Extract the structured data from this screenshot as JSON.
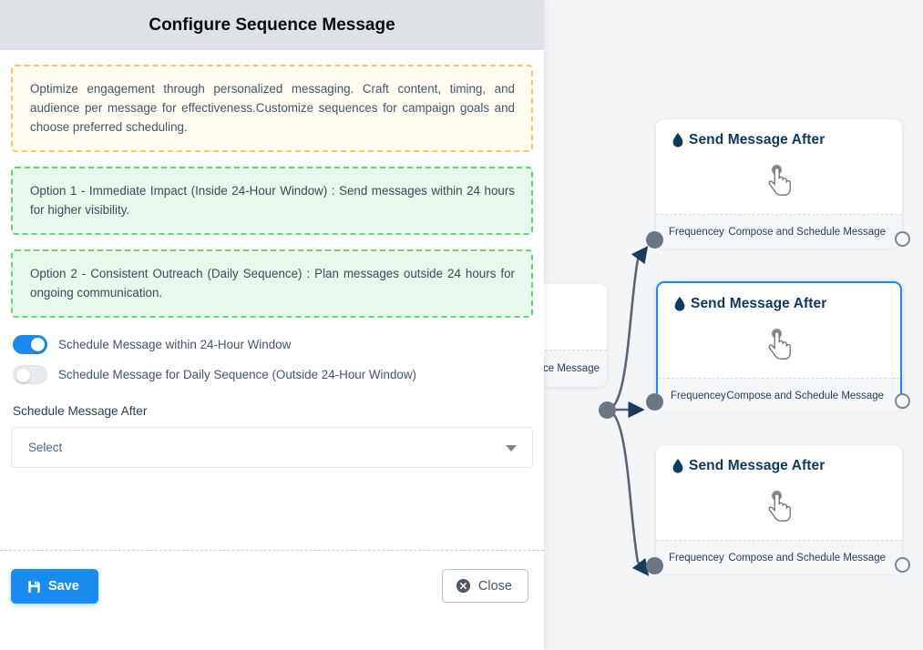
{
  "panel": {
    "title": "Configure Sequence Message",
    "info_boxes": [
      {
        "kind": "warning",
        "text": "Optimize engagement through personalized messaging. Craft content, timing, and audience per message for effectiveness.Customize sequences for campaign goals and choose preferred scheduling."
      },
      {
        "kind": "success",
        "text": "Option 1 - Immediate Impact (Inside 24-Hour Window) : Send messages within 24 hours for higher visibility."
      },
      {
        "kind": "success",
        "text": "Option 2 - Consistent Outreach (Daily Sequence) : Plan messages outside 24 hours for ongoing communication."
      }
    ],
    "toggles": [
      {
        "label": "Schedule Message within 24-Hour Window",
        "state": "on"
      },
      {
        "label": "Schedule Message for Daily Sequence (Outside 24-Hour Window)",
        "state": "off"
      }
    ],
    "schedule_field": {
      "label": "Schedule Message After",
      "value": "Select",
      "placeholder": "Select"
    },
    "footer": {
      "save_label": "Save",
      "save_icon": "save-disk-icon",
      "close_label": "Close",
      "close_icon": "circle-x-icon"
    }
  },
  "canvas": {
    "source_node": {
      "footer_right": "ce Message"
    },
    "nodes": [
      {
        "title": "Send Message After",
        "icon": "water-drop-icon",
        "body_icon": "pointing-hand-cursor-icon",
        "footer_left": "Frequencey",
        "footer_right": "Compose and Schedule Message",
        "selected": false
      },
      {
        "title": "Send Message After",
        "icon": "water-drop-icon",
        "body_icon": "pointing-hand-cursor-icon",
        "footer_left": "Frequencey",
        "footer_right": "Compose and Schedule Message",
        "selected": true
      },
      {
        "title": "Send Message After",
        "icon": "water-drop-icon",
        "body_icon": "pointing-hand-cursor-icon",
        "footer_left": "Frequencey",
        "footer_right": "Compose and Schedule Message",
        "selected": false
      }
    ]
  },
  "colors": {
    "accent_blue": "#1a8cf0",
    "header_gray": "#dee2e6",
    "canvas_bg": "#f4f5f7",
    "node_title": "#11375a",
    "warn_border": "#fac666",
    "warn_bg": "#fffdf2",
    "ok_border": "#5ed977",
    "ok_bg": "#e9f8ed",
    "edge_gray": "#5b6573",
    "handle_gray": "#6b7684"
  }
}
